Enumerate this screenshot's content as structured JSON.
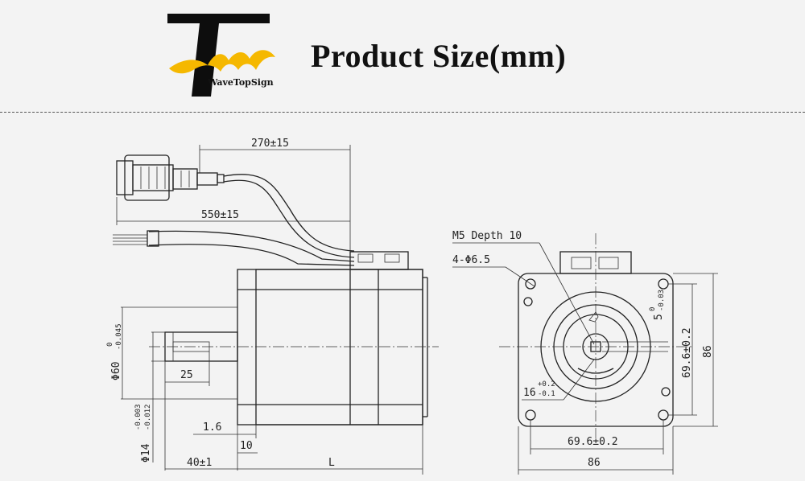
{
  "header": {
    "brand": "WaveTopSign",
    "title": "Product Size(mm)"
  },
  "dimensions": {
    "cable_short": "270±15",
    "cable_long": "550±15",
    "shaft_key_length": "25",
    "flange_thickness": "1.6",
    "boss_length": "10",
    "shaft_length": "40±1",
    "body_length": "L",
    "tapped_hole": "M5 Depth 10",
    "mount_holes": "4-Φ6.5",
    "key_width": "5",
    "key_width_tol": "-0.03",
    "key_width_tol_upper": "0",
    "key_height": "16",
    "key_height_tol_upper": "+0.2",
    "key_height_tol_lower": "-0.1",
    "hole_pitch_vertical": "69.6±0.2",
    "hole_pitch_horizontal": "69.6±0.2",
    "frame_height": "86",
    "frame_width": "86",
    "pilot_diameter": "Φ60",
    "pilot_tol": "-0.045",
    "pilot_tol_upper": "0",
    "shaft_diameter": "Φ14",
    "shaft_tol_upper": "-0.003",
    "shaft_tol_lower": "-0.012"
  }
}
